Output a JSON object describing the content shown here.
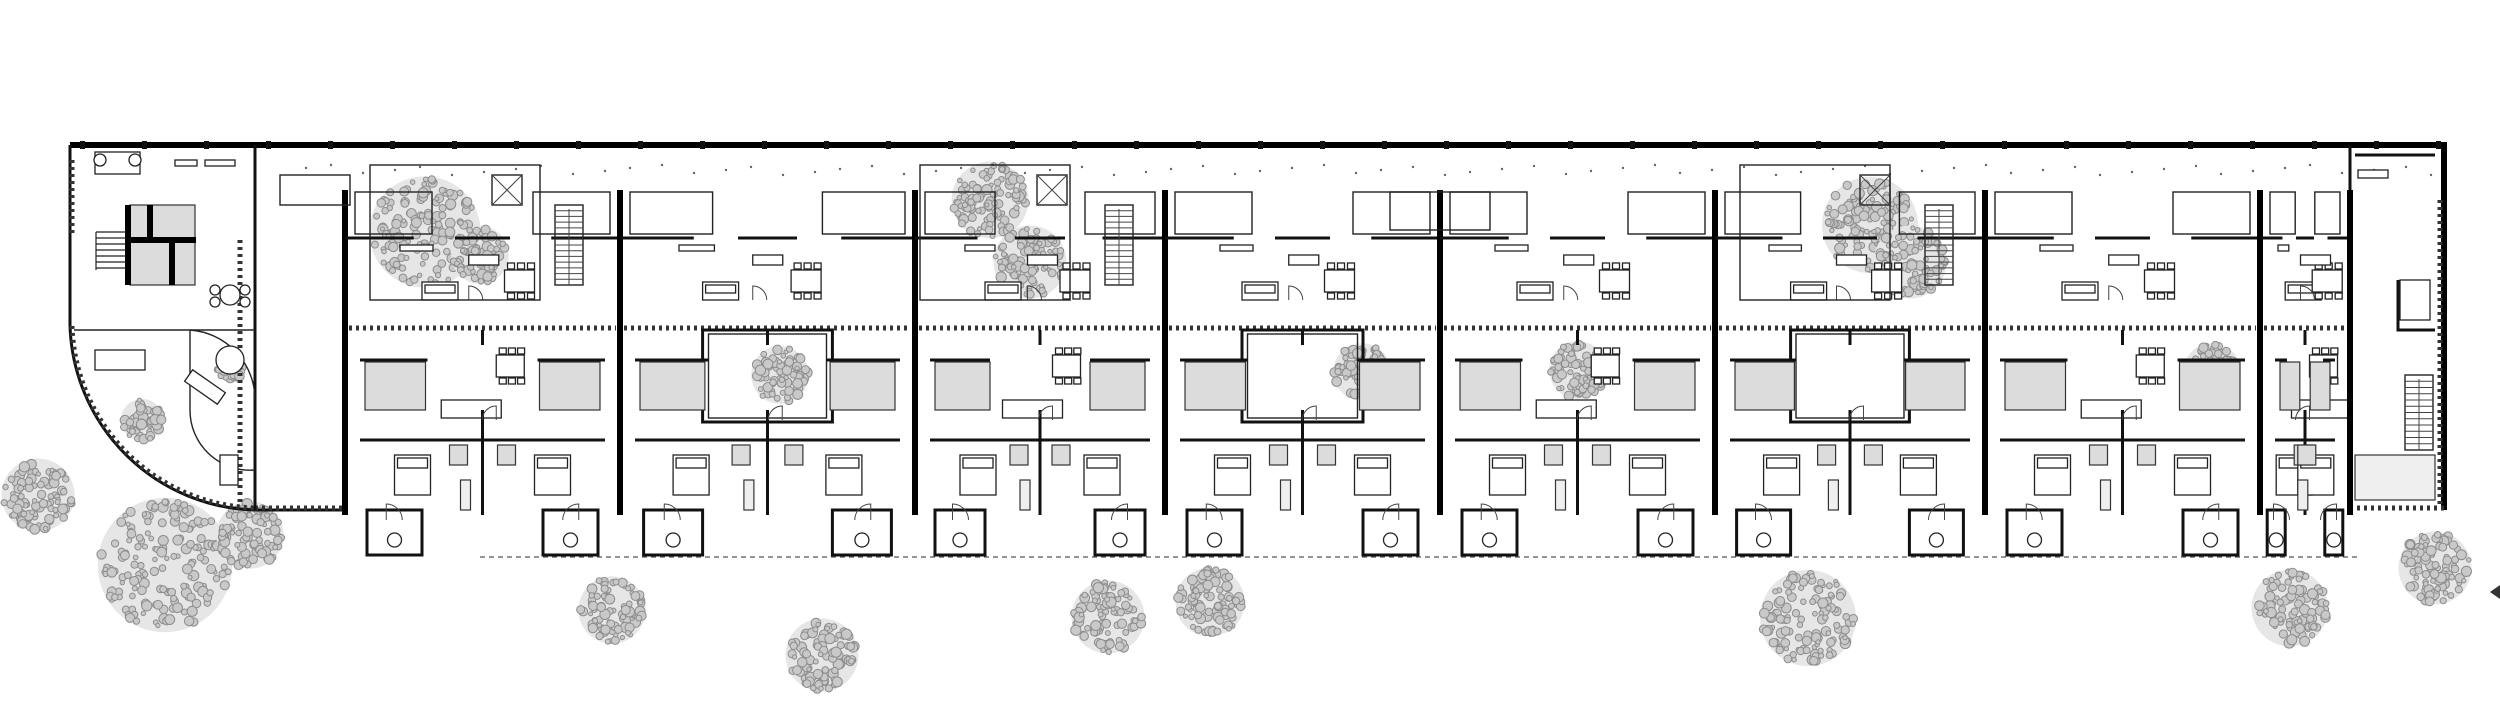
{
  "plan": {
    "type": "architectural floor plan",
    "colors": {
      "background": "#ffffff",
      "walls": "#111111",
      "paving": "#dcdcdc",
      "foliage": "#c9c9c9"
    },
    "modules": [
      {
        "kind": "end-block-offices"
      },
      {
        "kind": "unit"
      },
      {
        "kind": "unit-courtyard"
      },
      {
        "kind": "unit"
      },
      {
        "kind": "unit-courtyard"
      },
      {
        "kind": "unit"
      },
      {
        "kind": "unit-courtyard"
      },
      {
        "kind": "unit"
      },
      {
        "kind": "end-block-stairs"
      }
    ],
    "icons": [
      "tree-icon",
      "staircase-icon",
      "door-swing-icon",
      "table-icon",
      "sofa-icon",
      "bed-icon",
      "north-arrow-icon"
    ]
  }
}
